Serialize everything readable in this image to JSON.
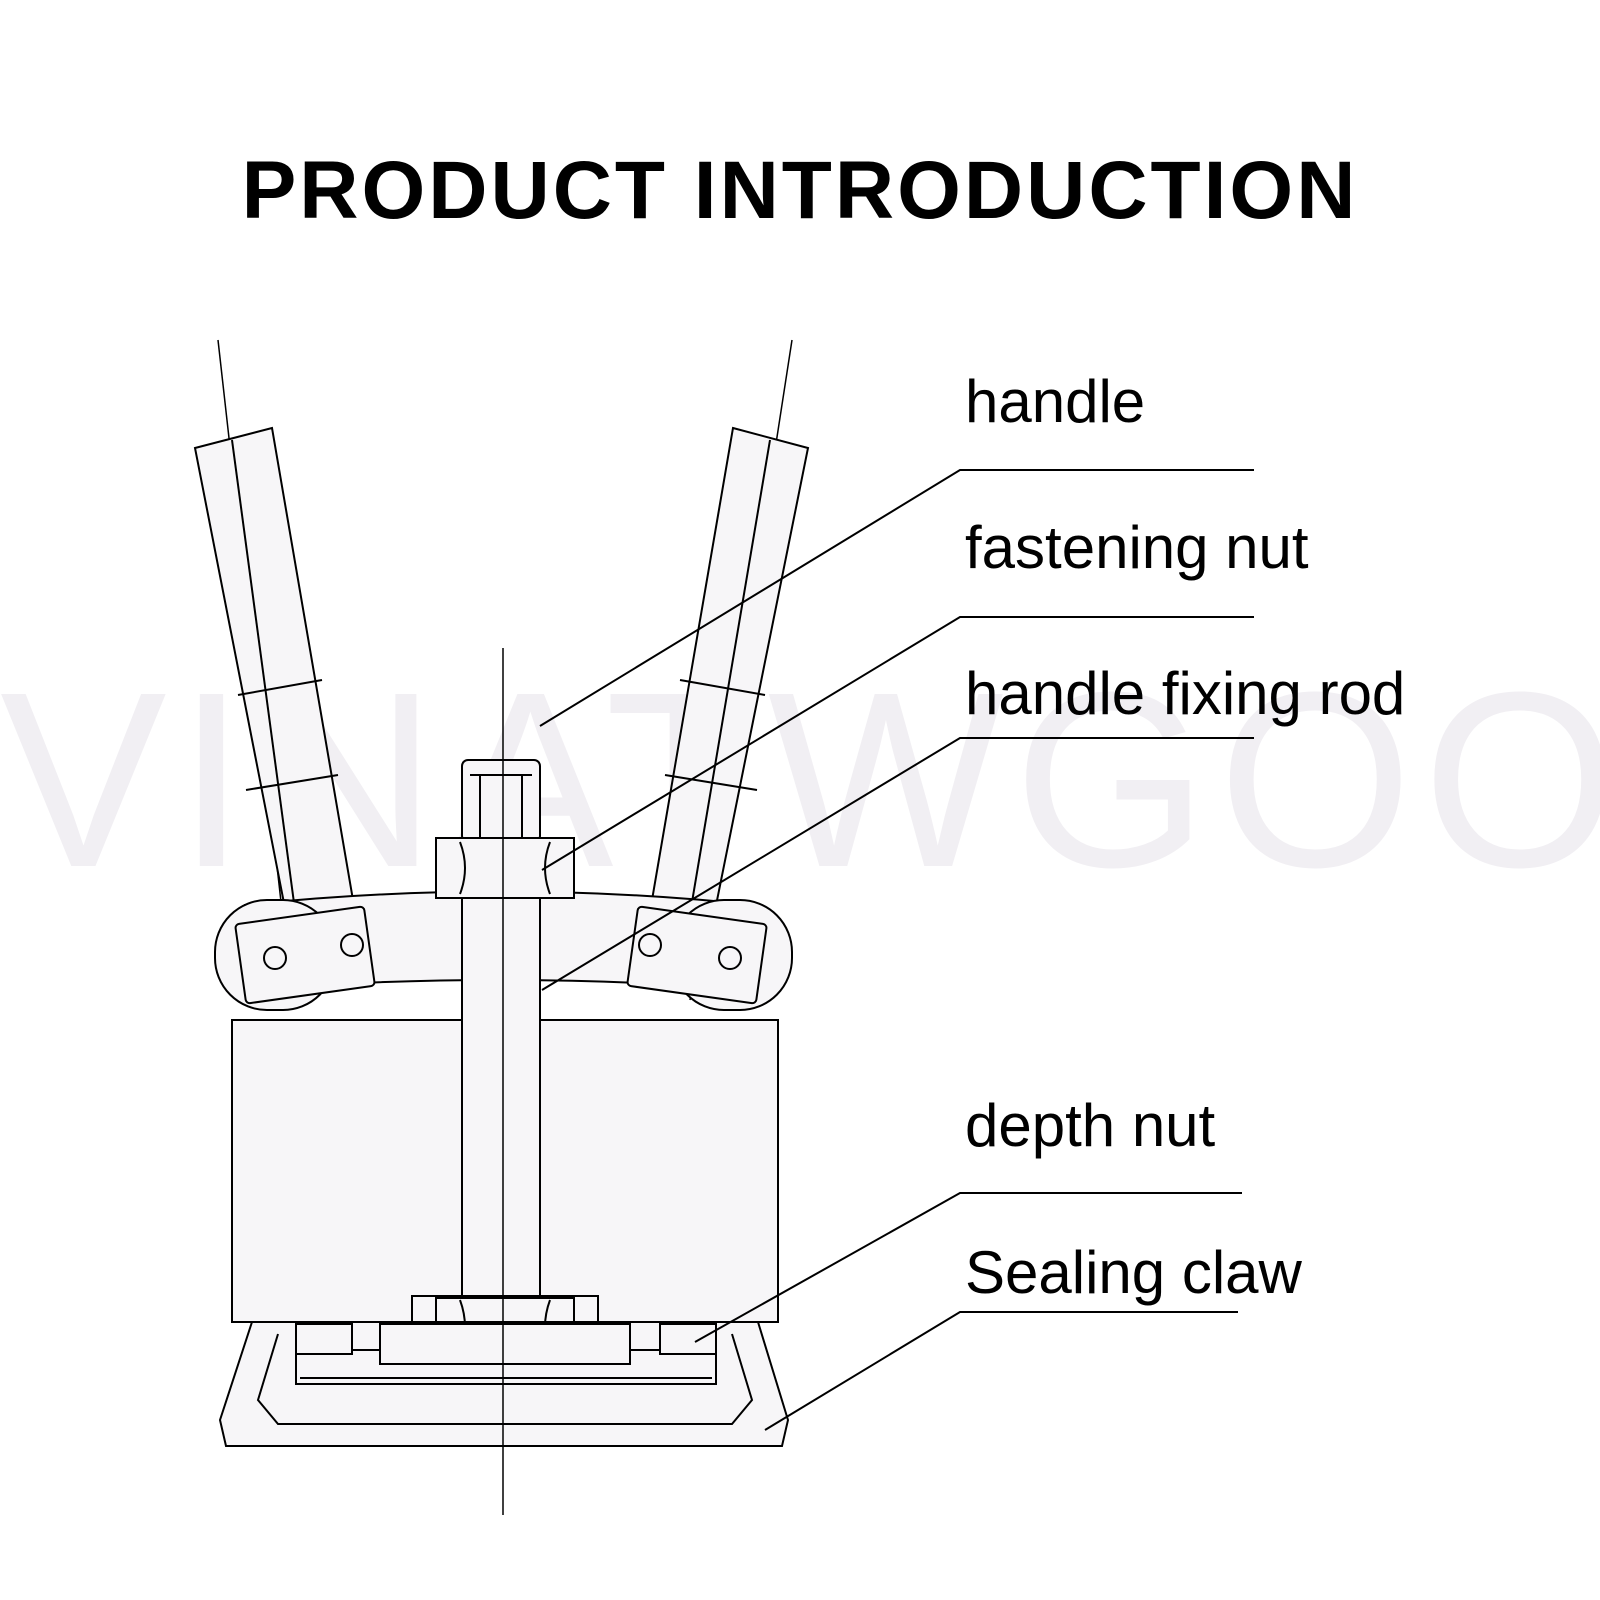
{
  "title": "PRODUCT INTRODUCTION",
  "watermark": "VINATWGOO",
  "labels": {
    "handle": "handle",
    "fastening_nut": "fastening nut",
    "handle_fixing_rod": "handle fixing rod",
    "depth_nut": "depth nut",
    "sealing_claw": "Sealing claw"
  },
  "colors": {
    "line": "#000000",
    "part_fill": "#f7f6f8",
    "watermark": "#f1eff3"
  }
}
